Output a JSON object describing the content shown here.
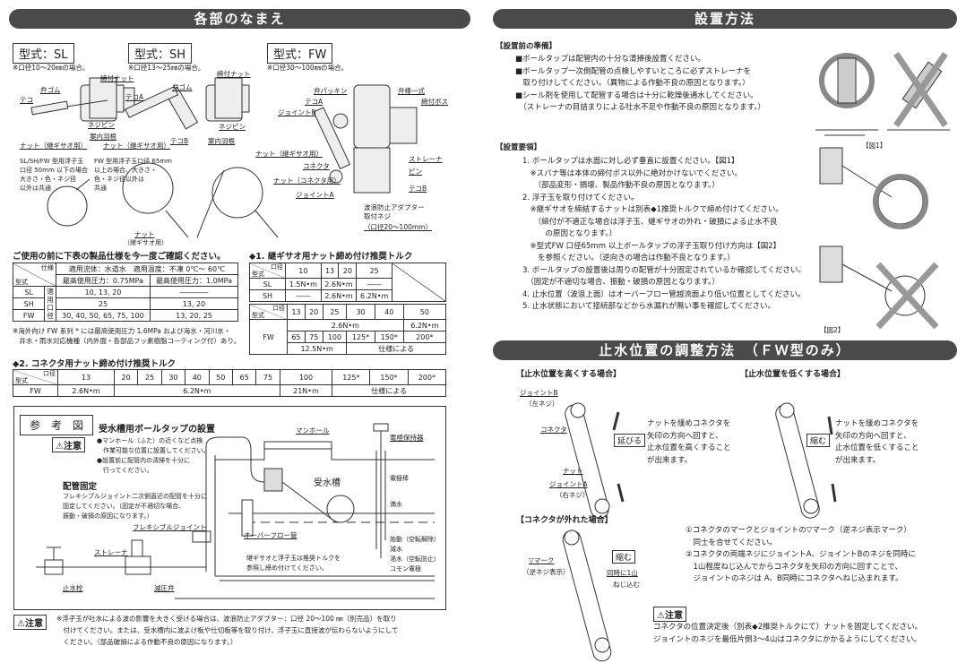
{
  "left": {
    "header": "各部のなまえ",
    "sl": {
      "model": "型式：SL",
      "note": "※口径10～20㎜の場合。",
      "labels": [
        "締付ナット",
        "弁ゴム",
        "テコ",
        "ネジピン",
        "案内羽根",
        "ナット（継ギサオ用）"
      ]
    },
    "sh": {
      "model": "型式：SH",
      "note": "※口径13～25㎜の場合。",
      "labels": [
        "締付ナット",
        "テコA",
        "弁ゴム",
        "ネジピン",
        "テコB",
        "案内羽根",
        "ナット（継ギサオ用）"
      ]
    },
    "fw": {
      "model": "型式：FW",
      "note": "※口径30～100㎜の場合。",
      "labels": [
        "弁パッキン",
        "弁棒一式",
        "テコA",
        "締付ボス",
        "ジョイントB",
        "ナット（継ギサオ用）",
        "ストレーナ",
        "コネクタ",
        "ピン",
        "ナット（コネクタ用）",
        "テコB",
        "ジョイントA",
        "波浪防止アダプター",
        "取付ネジ",
        "（口径20～100mm）"
      ]
    },
    "floats": {
      "small_note": [
        "SL/SH/FW 型用浮子玉",
        "口径 50mm 以下の場合",
        "大きさ・色・ネジ径",
        "以外は共通"
      ],
      "large_note": [
        "FW 型用浮子玉口径 65mm",
        "以上の場合、大きさ・",
        "色・ネジ径以外は",
        "共通"
      ],
      "nut": "ナット",
      "nut_sub": "（継ギサオ用）"
    },
    "spec": {
      "heading": "ご使用の前に下表の製品仕様を今一度ご確認ください。",
      "corner_top": "仕様",
      "corner_bottom": "型式",
      "fluid": "適用流体：水道水　適用温度：不凍 0℃～ 60℃",
      "p1": "最高使用圧力：0.75MPa",
      "p2": "最高使用圧力：1.0MPa",
      "bore_label": "適用口径",
      "rows": [
        {
          "model": "SL",
          "a": "10, 13, 20",
          "b": "――――"
        },
        {
          "model": "SH",
          "a": "25",
          "b": "13, 20"
        },
        {
          "model": "FW",
          "a": "30, 40, 50, 65, 75, 100",
          "b": "13, 20, 25"
        }
      ],
      "footnote": [
        "※海外向け FW 系列 * には最高使用圧力 1.6MPa および海水・河川水・",
        "　井水・雨水対応機種（内外面・各部品フッ素樹脂コーティング付）あり。"
      ]
    },
    "torque1": {
      "heading": "◆1. 継ギサオ用ナット締め付け推奨トルク",
      "corner_top": "口径",
      "corner_bottom": "型式",
      "cols_a": [
        "10",
        "13",
        "20",
        "25"
      ],
      "sl": [
        "1.5N•m",
        "2.6N•m",
        "――"
      ],
      "sh": [
        "――",
        "2.6N•m",
        "6.2N•m"
      ],
      "cols_b": [
        "13",
        "20",
        "25",
        "30",
        "40",
        "50"
      ],
      "cols_c": [
        "65",
        "75",
        "100",
        "125*",
        "150*",
        "200*"
      ],
      "fw": "FW",
      "fw_b": [
        "2.6N•m",
        "6.2N•m"
      ],
      "fw_c": [
        "12.5N•m",
        "仕様による"
      ]
    },
    "torque2": {
      "heading": "◆2. コネクタ用ナット締め付け推奨トルク",
      "corner_top": "口径",
      "corner_bottom": "型式",
      "cols": [
        "13",
        "20",
        "25",
        "30",
        "40",
        "50",
        "65",
        "75",
        "100",
        "125*",
        "150*",
        "200*"
      ],
      "model": "FW",
      "values": [
        "2.6N•m",
        "6.2N•m",
        "21N•m",
        "仕様による"
      ]
    },
    "reference": {
      "title": "参　考　図",
      "subtitle": "受水槽用ボールタップの設置",
      "caution": "⚠注意",
      "caution_lines": [
        "●マンホール（ふた）の近くなど点検",
        "　作業可能な位置に設置してください。",
        "●設置前に配管内の清掃を十分に",
        "　行ってください。"
      ],
      "pipe_heading": "配管固定",
      "pipe_lines": [
        "フレキシブルジョイント二次側直近の配管を十分に",
        "固定してください。（固定が不適切な場合、",
        "振動・破損の原因になります。）"
      ],
      "labels": [
        "マンホール",
        "電極保持器",
        "受水槽",
        "電極棒",
        "満水",
        "フレキシブルジョイント",
        "オーバーフロー管",
        "ストレーナ",
        "止水栓",
        "減圧弁",
        "始動（空転解除）",
        "減水",
        "渇水（空転防止）",
        "コモン電極"
      ],
      "torque_note": [
        "継ギサオと浮子玉は推奨トルクを",
        "参照し締め付けてください。"
      ]
    },
    "bottom_caution": {
      "label": "⚠注意",
      "lines": [
        "※浮子玉が吐水による波の影響を大きく受ける場合は、波浪防止アダプター：口径 20～100 ㎜（別売品）を取り",
        "　付けてください。または、受水槽内に波よけ板や仕切板等を取り付け、浮子玉に直接波が伝わらないようにして",
        "　ください。（部品破損による作動不良の原因になります。）"
      ]
    }
  },
  "right": {
    "header": "設置方法",
    "prep": {
      "heading": "【設置前の準備】",
      "lines": [
        "■ボールタップは配管内の十分な清掃後設置ください。",
        "■ボールタップ一次側配管の点検しやすいところに必ずストレーナを",
        "　取り付けしてください。（異物による作動不良の原因となります。）",
        "■シール剤を使用して配管する場合は十分に乾燥後通水してください。",
        "　（ストレーナの目詰まりによる吐水不足や作動不良の原因となります。）"
      ]
    },
    "steps": {
      "heading": "【設置要領】",
      "lines": [
        "1. ボールタップは水面に対し必ず垂直に設置ください。【図1】",
        "　※スパナ等は本体の締付ボス以外に絶対かけないでください。",
        "　　（部品変形・損壊、製品作動不良の原因となります。）",
        "2. 浮子玉を取り付けてください。",
        "　※継ギサオを締結するナットは別表◆1推奨トルクで締め付けてください。",
        "　　（締付が不適正な場合は浮子玉、継ギサオの外れ・破損による止水不良",
        "　　　の原因となります。）",
        "　※型式FW 口径65mm 以上ボールタップの浮子玉取り付け方向は【図2】",
        "　　を参照ください。（逆向きの場合は作動不良となります。）",
        "3. ボールタップの設置後は周りの配管が十分固定されているか確認してください。",
        "　（固定が不適切な場合、振動・破損の原因となります。）",
        "4. 止水位置（波浪上面）はオーバーフロー管越流面より低い位置としてください。",
        "5. 止水状態において接続部などから水漏れが無い事を確認してください。"
      ]
    },
    "fig1": "【図1】",
    "fig2": "【図2】",
    "adjust": {
      "header": "止水位置の調整方法　（ＦＷ型のみ）",
      "high": {
        "heading": "【止水位置を高くする場合】",
        "labels": [
          "ジョイントB",
          "（左ネジ）",
          "コネクタ",
          "ナット",
          "ジョイントA",
          "（右ネジ）"
        ],
        "badge": "延びる",
        "lines": [
          "ナットを緩めコネクタを",
          "矢印の方向へ回すと、",
          "止水位置を高くすること",
          "が出来ます。"
        ]
      },
      "low": {
        "heading": "【止水位置を低くする場合】",
        "badge": "縮む",
        "lines": [
          "ナットを緩めコネクタを",
          "矢印の方向へ回すと、",
          "止水位置を低くすること",
          "が出来ます。"
        ]
      },
      "detached": {
        "heading": "【コネクタが外れた場合】",
        "labels": [
          "▽マーク",
          "（逆ネジ表示）",
          "同時に1山",
          "ねじ込む"
        ],
        "badge": "縮む",
        "lines": [
          "①コネクタのマークとジョイントの▽マーク（逆ネジ表示マーク）",
          "　同士を合せてください。",
          "②コネクタの両端ネジにジョイントA、ジョイントBのネジを同時に",
          "　1山程度ねじ込んでからコネクタを矢印の方向に回すことで、",
          "　ジョイントのネジは A、B同時にコネクタへねじ込まれます。"
        ]
      },
      "caution": {
        "label": "⚠注意",
        "lines": [
          "コネクタの位置決定後（別表◆2推奨トルクにて）ナットを固定してください。",
          "ジョイントのネジを最低片側3～4山はコネクタにかかるようにしてください。"
        ]
      }
    }
  }
}
